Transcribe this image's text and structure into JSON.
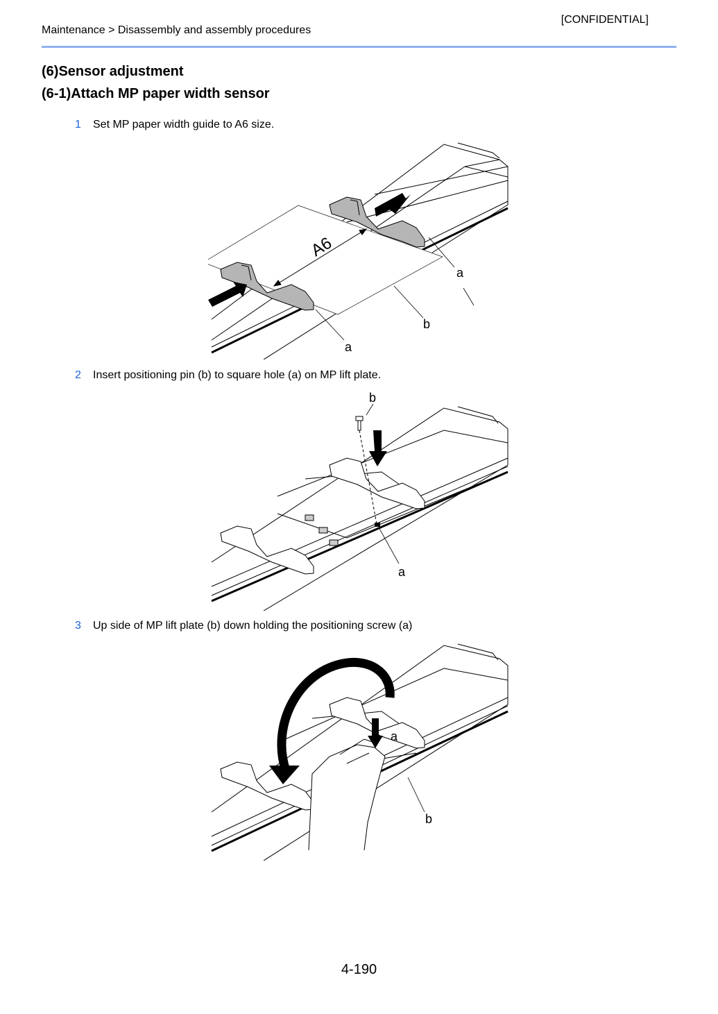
{
  "header": {
    "confidential": "[CONFIDENTIAL]",
    "breadcrumb": "Maintenance > Disassembly and assembly procedures"
  },
  "headings": {
    "section": "(6)Sensor adjustment",
    "subsection": "(6-1)Attach MP paper width sensor"
  },
  "steps": [
    {
      "num": "1",
      "text": "Set MP paper width guide to A6 size."
    },
    {
      "num": "2",
      "text": "Insert positioning pin (b) to square hole (a) on MP lift plate."
    },
    {
      "num": "3",
      "text": "Up side of MP lift plate (b) down holding the positioning screw (a)"
    }
  ],
  "figures": {
    "fig1": {
      "paper_label": "A6",
      "label_a1": "a",
      "label_a2": "a",
      "label_b": "b"
    },
    "fig2": {
      "label_a": "a",
      "label_b": "b"
    },
    "fig3": {
      "label_a": "a",
      "label_b": "b"
    }
  },
  "footer": {
    "page_number": "4-190"
  }
}
